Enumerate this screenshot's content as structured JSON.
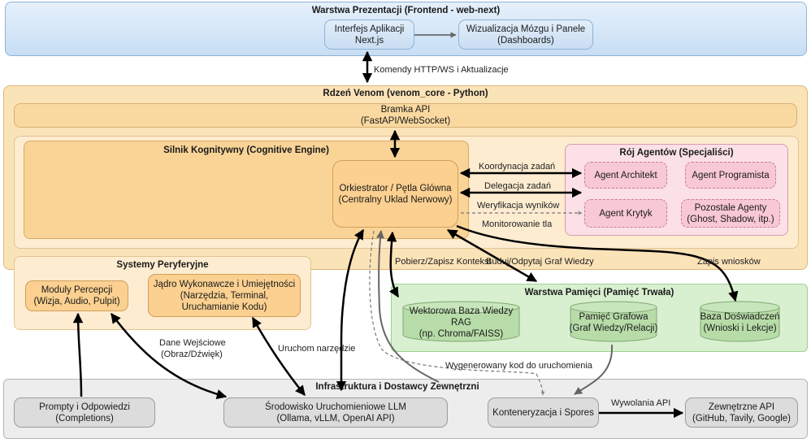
{
  "presentation_layer": {
    "title": "Warstwa Prezentacji (Frontend - web-next)",
    "app_interface": {
      "line1": "Interfejs Aplikacji",
      "line2": "Next.js"
    },
    "dashboards": {
      "line1": "Wizualizacja Mózgu i Panele",
      "line2": "(Dashboards)"
    }
  },
  "edge_labels": {
    "http_ws": "Komendy HTTP/WS i Aktualizacje",
    "coordination": "Koordynacja zadań",
    "delegation": "Delegacja zadań",
    "verification": "Weryfikacja wyników",
    "monitoring": "Monitorowanie tla",
    "context": "Pobierz/Zapisz Kontekst",
    "graph": "Buduj/Odpytaj Graf Wiedzy",
    "conclusions": "Zapis wniosków",
    "input_data_line1": "Dane Wejściowe",
    "input_data_line2": "(Obraz/Dźwięk)",
    "run_tool": "Uruchom narzędzie",
    "generated_code": "Wygenerowany kod do uruchomienia",
    "api_calls": "Wywolania API"
  },
  "core_layer": {
    "title": "Rdzeń Venom (venom_core - Python)",
    "api_gateway": {
      "line1": "Bramka API",
      "line2": "(FastAPI/WebSocket)"
    },
    "cognitive_engine": {
      "title": "Silnik Kognitywny (Cognitive Engine)",
      "orchestrator": {
        "line1": "Orkiestrator / Pętla Glówna",
        "line2": "(Centralny Uklad Nerwowy)"
      }
    },
    "agent_swarm": {
      "title": "Rój Agentów (Specjaliści)",
      "agents": [
        {
          "line1": "Agent Architekt",
          "line2": ""
        },
        {
          "line1": "Agent Programista",
          "line2": ""
        },
        {
          "line1": "Agent Krytyk",
          "line2": ""
        },
        {
          "line1": "Pozostale Agenty",
          "line2": "(Ghost, Shadow, itp.)"
        }
      ]
    },
    "peripheral_systems": {
      "title": "Systemy Peryferyjne",
      "perception": {
        "line1": "Moduly Percepcji",
        "line2": "(Wizja, Audio, Pulpit)"
      },
      "execution_core": {
        "line1": "Jądro Wykonawcze i Umiejętności",
        "line2": "(Narzędzia, Terminal,",
        "line3": "Uruchamianie Kodu)"
      }
    }
  },
  "memory_layer": {
    "title": "Warstwa Pamięci (Pamięć Trwała)",
    "stores": [
      {
        "line1": "Wektorowa Baza Wiedzy RAG",
        "line2": "(np. Chroma/FAISS)"
      },
      {
        "line1": "Pamięć Grafowa",
        "line2": "(Graf Wiedzy/Relacji)"
      },
      {
        "line1": "Baza Doświadczeń",
        "line2": "(Wnioski i Lekcje)"
      }
    ]
  },
  "infrastructure_layer": {
    "title": "Infrastruktura i Dostawcy Zewnętrzni",
    "prompts": {
      "line1": "Prompty i Odpowiedzi",
      "line2": "(Completions)"
    },
    "llm_runtime": {
      "line1": "Środowisko Uruchomieniowe LLM",
      "line2": "(Ollama, vLLM, OpenAI API)"
    },
    "containers": {
      "line1": "Konteneryzacja i Spores"
    },
    "external_api": {
      "line1": "Zewnętrzne API",
      "line2": "(GitHub, Tavily, Google)"
    }
  },
  "colors": {
    "presentation": "#c8def4",
    "core": "#fbe3b8",
    "cognitive": "#fad497",
    "agents": "#f8c8d4",
    "memory": "#d9f0d0",
    "infrastructure": "#ededed"
  }
}
